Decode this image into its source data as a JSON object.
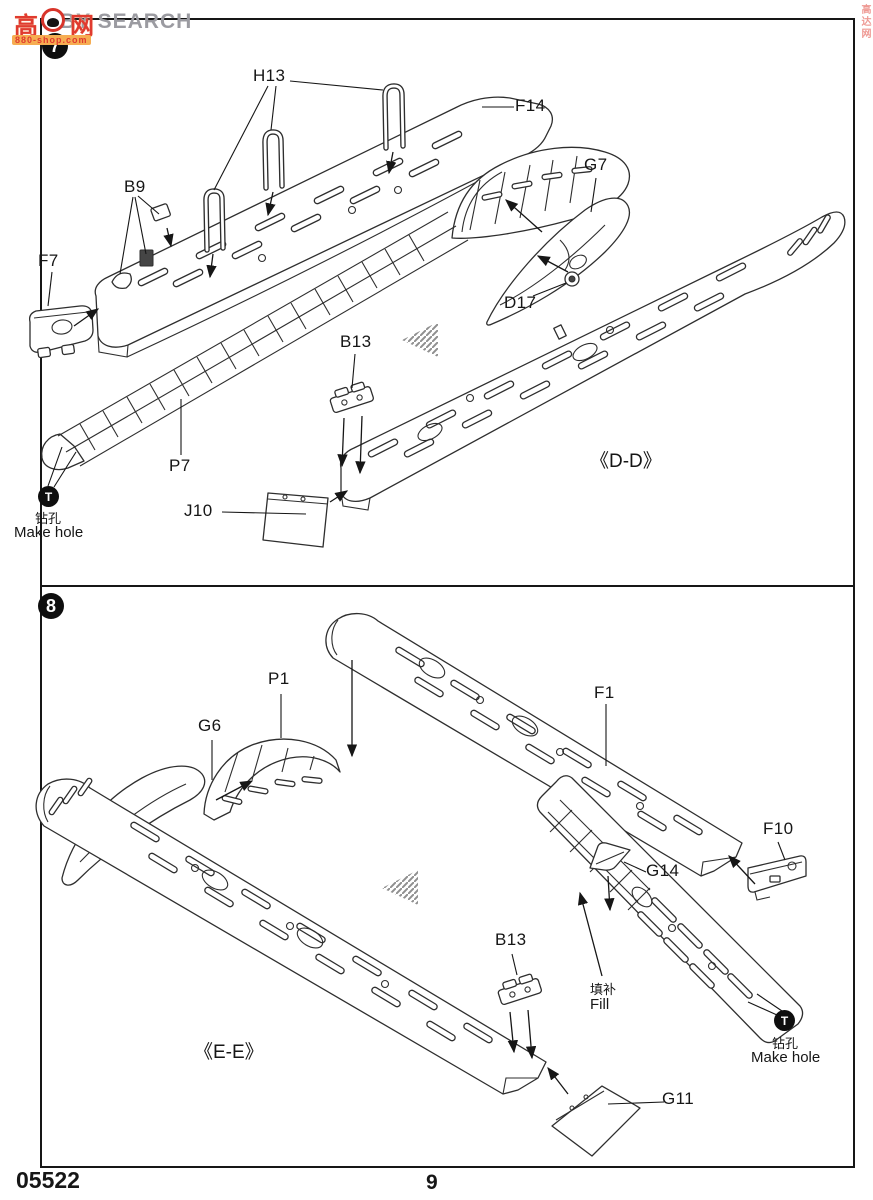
{
  "watermark_top": {
    "cn_first": "高",
    "cn_last": "网",
    "hobby_text": "BY SEARCH",
    "url_text": "880-shop.com"
  },
  "watermark_side": "高达网",
  "footer": {
    "kit_number": "05522",
    "page_number": "9"
  },
  "step7": {
    "number": "7",
    "section_label": "《D-D》",
    "labels": {
      "h13": "H13",
      "f14": "F14",
      "b9": "B9",
      "f7": "F7",
      "g7": "G7",
      "d17": "D17",
      "b13": "B13",
      "p7": "P7",
      "j10": "J10"
    },
    "note": {
      "icon_glyph": "T",
      "cn": "钻孔",
      "en": "Make hole"
    }
  },
  "step8": {
    "number": "8",
    "section_label": "《E-E》",
    "labels": {
      "p1": "P1",
      "f1": "F1",
      "g6": "G6",
      "f10": "F10",
      "g14": "G14",
      "b13": "B13",
      "g11": "G11"
    },
    "fill_note": {
      "cn": "填补",
      "en": "Fill"
    },
    "note": {
      "icon_glyph": "T",
      "cn": "钻孔",
      "en": "Make hole"
    }
  }
}
